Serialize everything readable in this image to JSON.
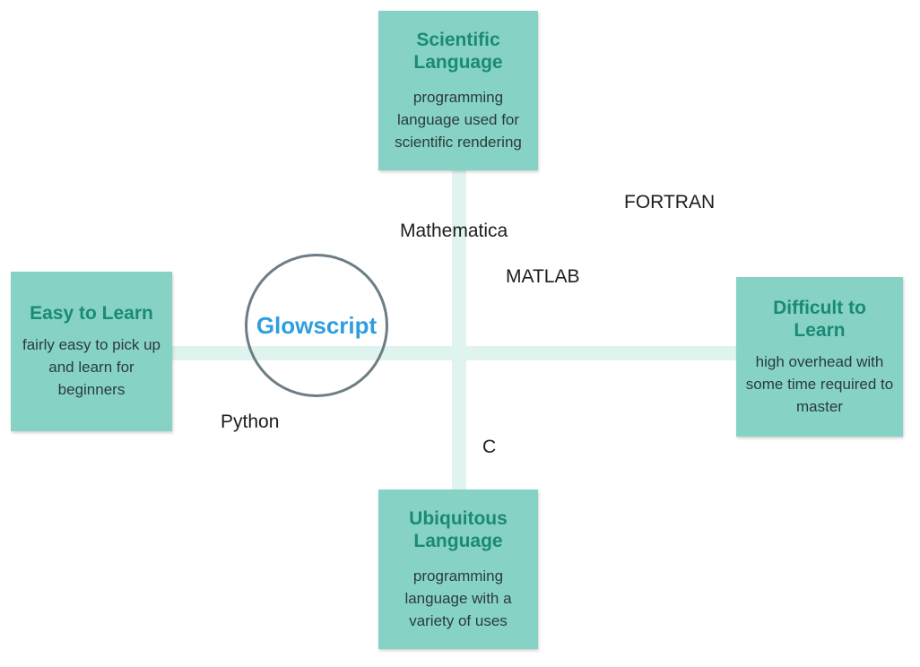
{
  "quadrant": {
    "top": {
      "title": "Scientific Language",
      "description": "programming language used for scientific rendering"
    },
    "bottom": {
      "title": "Ubiquitous Language",
      "description": "programming language with a variety of uses"
    },
    "left": {
      "title": "Easy to Learn",
      "description": "fairly easy to pick up and learn for beginners"
    },
    "right": {
      "title": "Difficult to Learn",
      "description": "high overhead with some time required to master"
    }
  },
  "highlight": {
    "label": "Glowscript"
  },
  "languages": {
    "fortran": "FORTRAN",
    "mathematica": "Mathematica",
    "matlab": "MATLAB",
    "python": "Python",
    "c": "C"
  },
  "colors": {
    "box_fill": "#86d3c5",
    "box_title": "#1a8a76",
    "axis": "#dff4ee",
    "circle_stroke": "#6d7d85",
    "highlight_text": "#2f9ee0"
  }
}
